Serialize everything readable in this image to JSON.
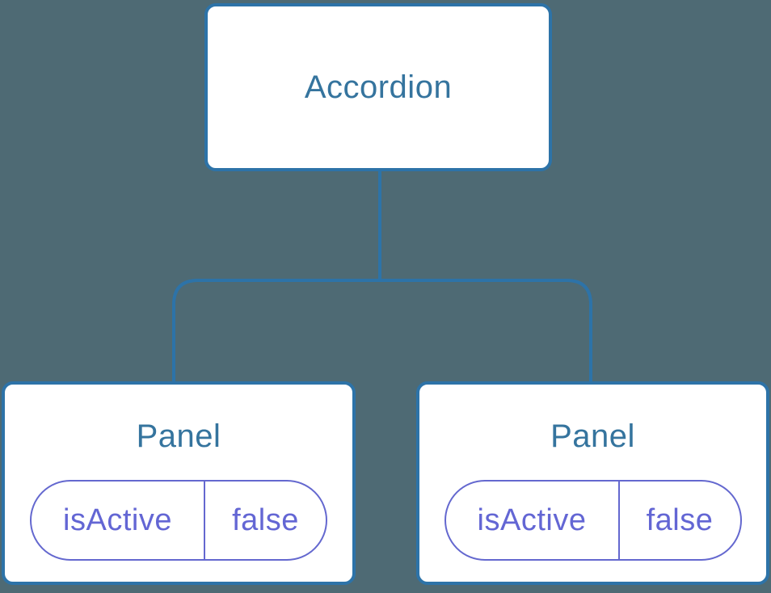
{
  "diagram": {
    "type": "component-tree",
    "background_color": "#4e6a74",
    "node_background_color": "#ffffff",
    "node_border_color": "#2d73a8",
    "node_label_color": "#35749e",
    "connector_color": "#2d73a8",
    "state_accent_color": "#6366d4",
    "root": {
      "label": "Accordion"
    },
    "children": [
      {
        "label": "Panel",
        "state": {
          "key": "isActive",
          "value": "false"
        }
      },
      {
        "label": "Panel",
        "state": {
          "key": "isActive",
          "value": "false"
        }
      }
    ]
  }
}
